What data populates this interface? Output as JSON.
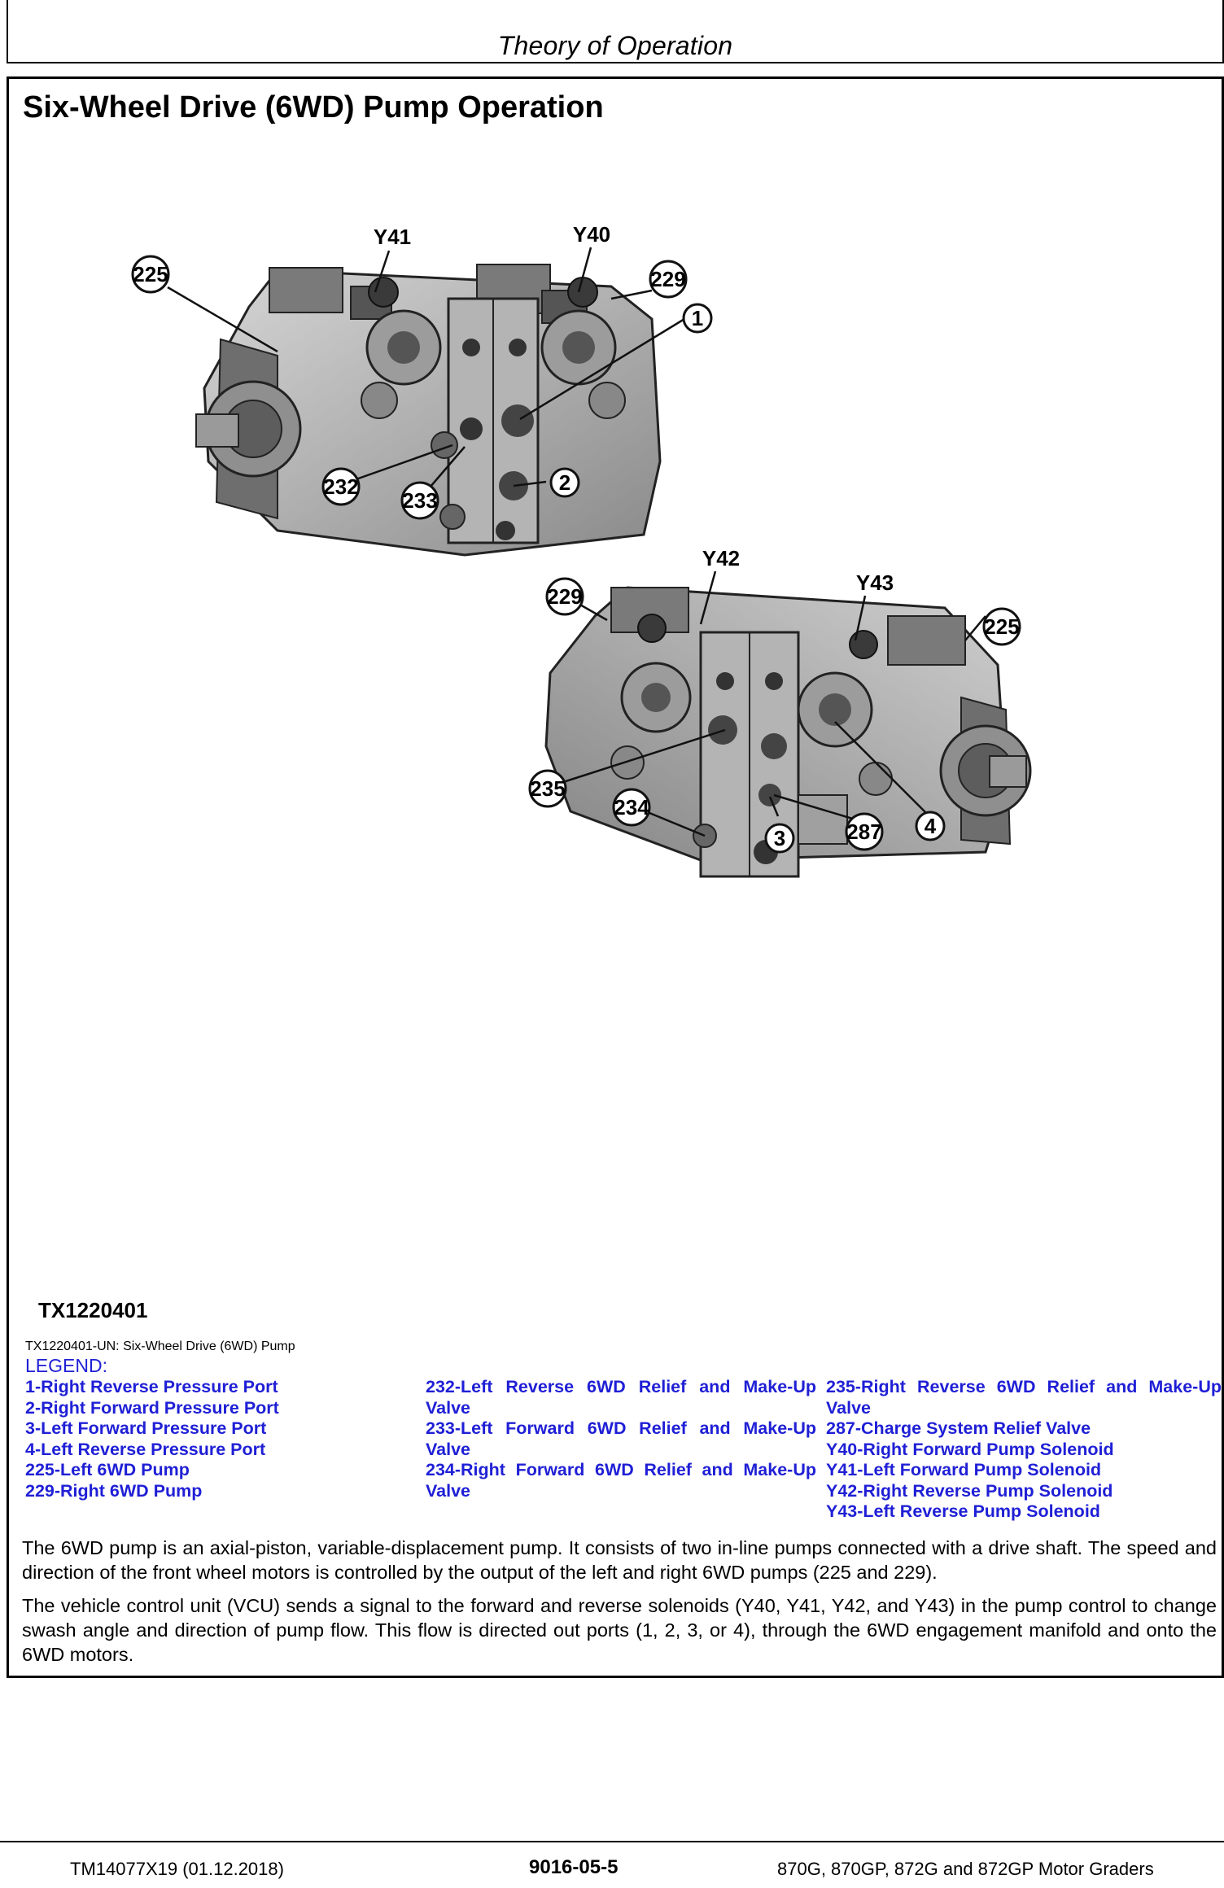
{
  "header": {
    "title": "Theory of Operation"
  },
  "section": {
    "title": "Six-Wheel Drive (6WD) Pump Operation"
  },
  "figure": {
    "id": "TX1220401",
    "caption": "TX1220401-UN: Six-Wheel Drive (6WD) Pump",
    "callouts_top": [
      "225",
      "Y41",
      "Y40",
      "229",
      "1",
      "232",
      "233",
      "2"
    ],
    "callouts_bottom": [
      "229",
      "Y42",
      "Y43",
      "225",
      "235",
      "234",
      "3",
      "287",
      "4"
    ]
  },
  "legend": {
    "heading": "LEGEND:",
    "col1": [
      "1-Right Reverse Pressure Port",
      "2-Right Forward Pressure Port",
      "3-Left Forward Pressure Port",
      "4-Left Reverse Pressure Port",
      "225-Left 6WD Pump",
      "229-Right 6WD Pump"
    ],
    "col2": [
      "232-Left Reverse 6WD Relief and Make-Up Valve",
      "233-Left Forward 6WD Relief and Make-Up Valve",
      "234-Right Forward 6WD Relief and Make-Up Valve"
    ],
    "col3": [
      "235-Right Reverse 6WD Relief and Make-Up Valve",
      "287-Charge System Relief Valve",
      "Y40-Right Forward Pump Solenoid",
      "Y41-Left Forward Pump Solenoid",
      "Y42-Right Reverse Pump Solenoid",
      "Y43-Left Reverse Pump Solenoid"
    ]
  },
  "body": {
    "para1": "The 6WD pump is an axial-piston, variable-displacement pump. It consists of two in-line pumps connected with a drive shaft. The speed and direction of the front wheel motors is controlled by the output of the left and right 6WD pumps (225 and 229).",
    "para2": "The vehicle control unit (VCU) sends a signal to the forward and reverse solenoids (Y40, Y41, Y42, and Y43) in the pump control to change swash angle and direction of pump flow. This flow is directed out ports (1, 2, 3, or 4), through the 6WD engagement manifold and onto the 6WD motors."
  },
  "footer": {
    "left": "TM14077X19 (01.12.2018)",
    "center": "9016-05-5",
    "right": "870G, 870GP, 872G and 872GP Motor Graders"
  }
}
